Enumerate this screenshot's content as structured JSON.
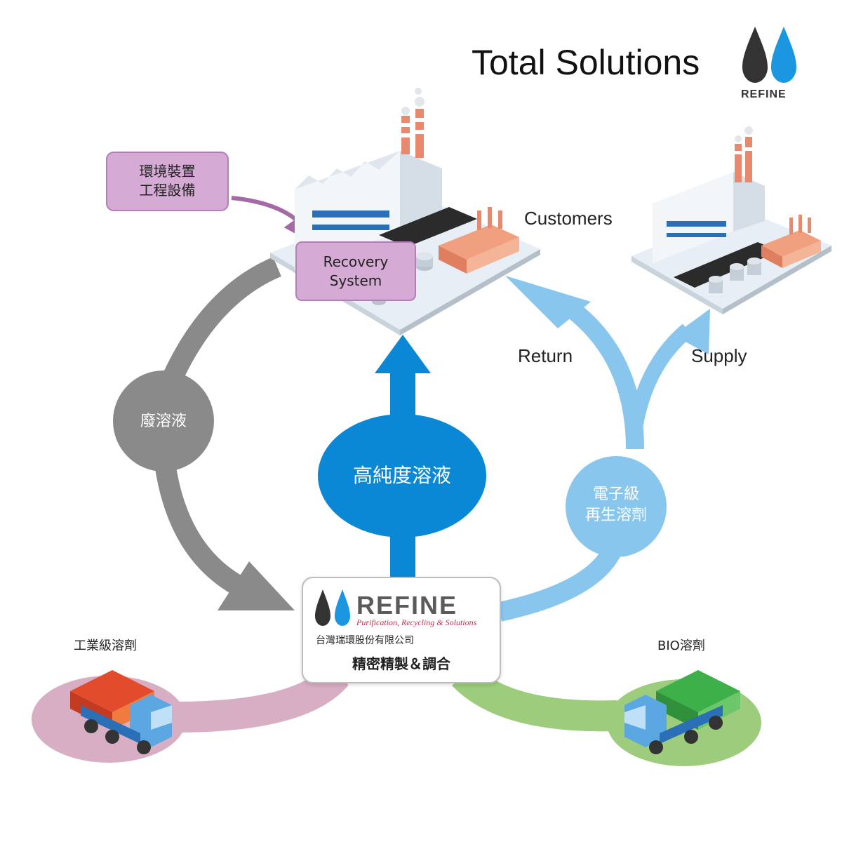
{
  "header": {
    "title": "Total Solutions",
    "brand_name": "REFINE"
  },
  "nodes": {
    "env_equipment": {
      "line1": "環境裝置",
      "line2": "工程設備"
    },
    "recovery_system": {
      "line1": "Recovery",
      "line2": "System"
    },
    "customers": "Customers",
    "waste_liquid": "廢溶液",
    "high_purity": "高純度溶液",
    "electronic_grade": {
      "line1": "電子級",
      "line2": "再生溶劑"
    },
    "return_label": "Return",
    "supply_label": "Supply",
    "industrial_solvent": "工業級溶劑",
    "bio_solvent": "BIO溶劑"
  },
  "center": {
    "brand": "REFINE",
    "tagline": "Purification, Recycling & Solutions",
    "company": "台灣瑞環股份有限公司",
    "service": "精密精製＆調合"
  },
  "colors": {
    "gray_flow": "#8a8a8a",
    "blue_main": "#0a88d6",
    "blue_light": "#88c6ee",
    "purple_box": "#d5aad5",
    "purple_border": "#b17fb6",
    "pink_flow": "#d7aec3",
    "green_flow": "#9ccc7c",
    "drop_dark": "#333333",
    "drop_blue": "#1a97e0"
  }
}
